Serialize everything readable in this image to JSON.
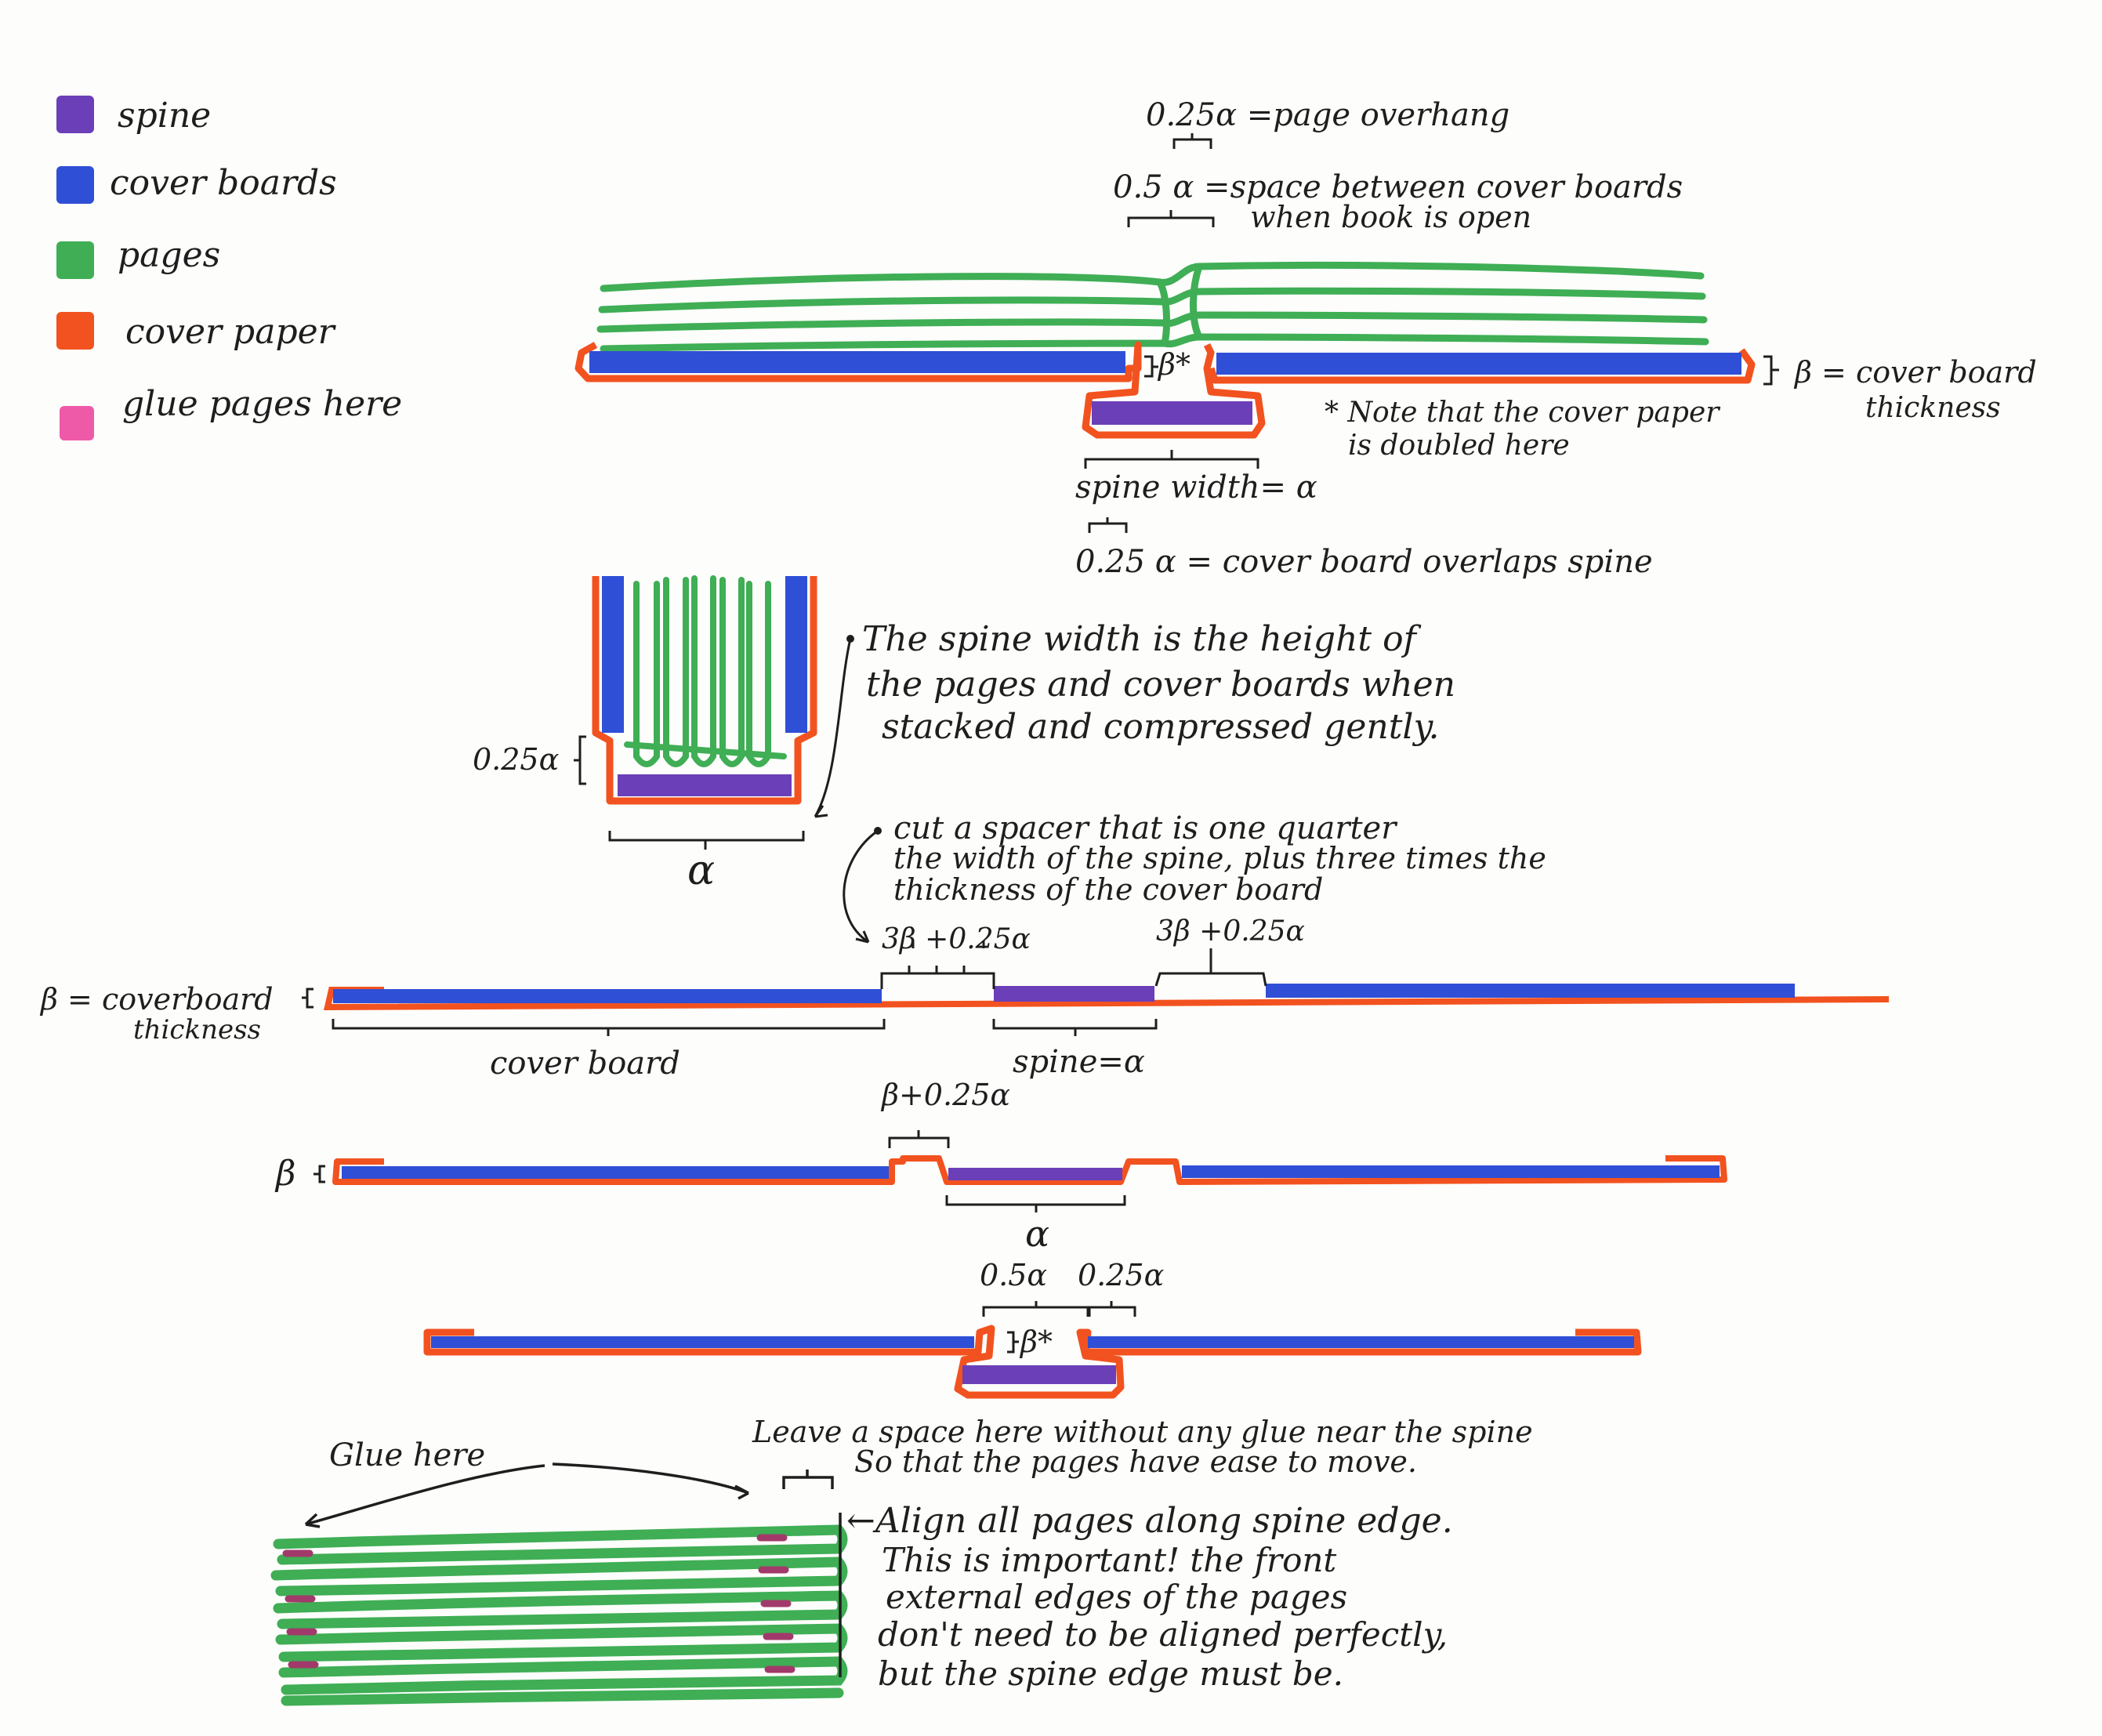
{
  "colors": {
    "spine": "#6b3fb8",
    "cover_boards": "#2f4fd6",
    "pages": "#3fae55",
    "cover_paper": "#f2521f",
    "glue": "#ef5aa8",
    "glue_mark": "#a13a6a",
    "ink": "#1e1e1e"
  },
  "legend": [
    {
      "label": "spine",
      "color_key": "spine"
    },
    {
      "label": "cover boards",
      "color_key": "cover_boards"
    },
    {
      "label": "pages",
      "color_key": "pages"
    },
    {
      "label": "cover paper",
      "color_key": "cover_paper"
    },
    {
      "label": "glue pages here",
      "color_key": "glue"
    }
  ],
  "fig1": {
    "overhang": "0.25α =page overhang",
    "space_line1": "0.5 α =space between cover boards",
    "space_line2": "when book is open",
    "beta_star": "β*",
    "beta_note_line1": "β = cover board",
    "beta_note_line2": "thickness",
    "star_note_line1": "* Note that the cover paper",
    "star_note_line2": "is doubled here",
    "spine_width": "spine width= α",
    "overlap": "0.25 α = cover board overlaps spine"
  },
  "fig2": {
    "note_line1": "The spine width is the height of",
    "note_line2": "the pages and cover boards when",
    "note_line3": "stacked and compressed gently.",
    "quarter": "0.25α",
    "alpha": "α"
  },
  "fig3": {
    "spacer_line1": "cut a spacer that is one quarter",
    "spacer_line2": "the width of the spine, plus three times the",
    "spacer_line3": "thickness of the cover board",
    "left_gap": "3β +0.25α",
    "right_gap": "3β +0.25α",
    "beta_line1": "β = coverboard",
    "beta_line2": "thickness",
    "cover_board": "cover board",
    "spine": "spine=α"
  },
  "fig4": {
    "gap": "β+0.25α",
    "beta": "β",
    "alpha": "α"
  },
  "fig5": {
    "half": "0.5α",
    "quarter": "0.25α",
    "beta_star": "β*"
  },
  "fig6": {
    "glue_here": "Glue here",
    "space_line1": "Leave a space here without any glue near the spine",
    "space_line2": "So that the pages have ease to move.",
    "align_line1": "←Align all pages along spine edge.",
    "align_line2": "This is important! the front",
    "align_line3": "external edges of the pages",
    "align_line4": "don't need to be aligned perfectly,",
    "align_line5": "but the spine edge must be."
  }
}
